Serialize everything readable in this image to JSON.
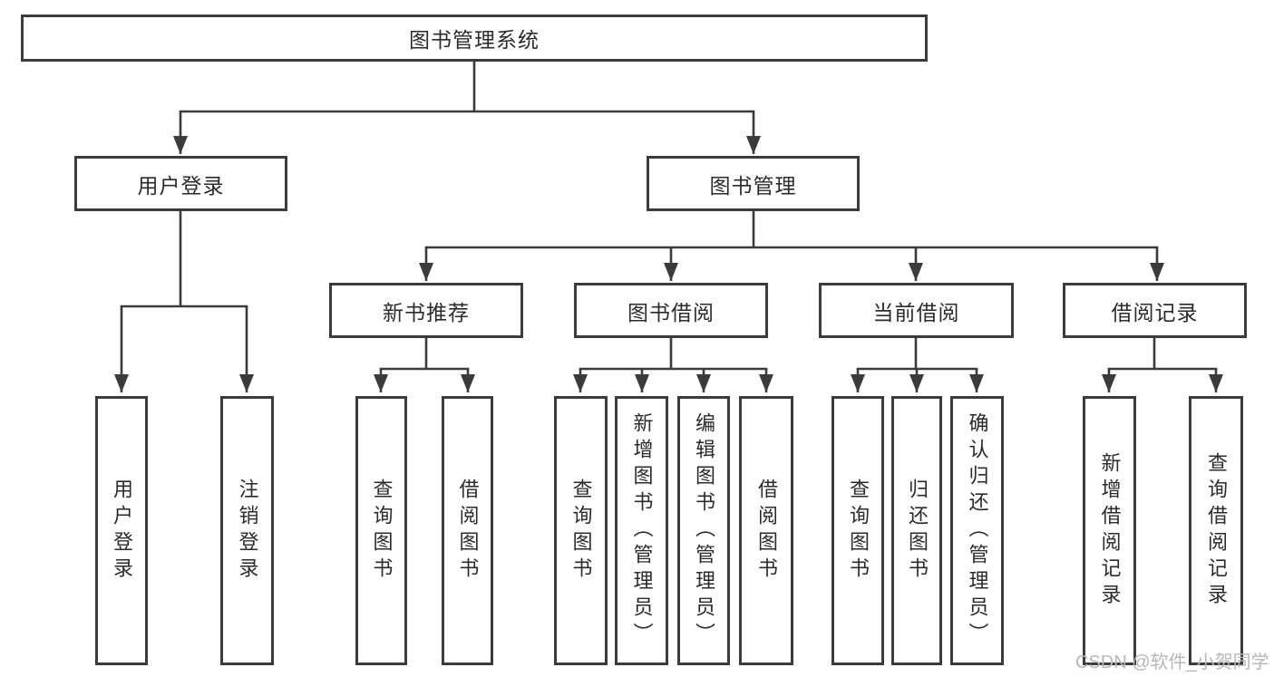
{
  "diagram": {
    "type": "tree",
    "title": "图书管理系统",
    "tree": {
      "label": "图书管理系统",
      "children": [
        {
          "label": "用户登录",
          "children": [
            {
              "label": "用户登录"
            },
            {
              "label": "注销登录"
            }
          ]
        },
        {
          "label": "图书管理",
          "children": [
            {
              "label": "新书推荐",
              "children": [
                {
                  "label": "查询图书"
                },
                {
                  "label": "借阅图书"
                }
              ]
            },
            {
              "label": "图书借阅",
              "children": [
                {
                  "label": "查询图书"
                },
                {
                  "label": "新增图书（管理员）"
                },
                {
                  "label": "编辑图书（管理员）"
                },
                {
                  "label": "借阅图书"
                }
              ]
            },
            {
              "label": "当前借阅",
              "children": [
                {
                  "label": "查询图书"
                },
                {
                  "label": "归还图书"
                },
                {
                  "label": "确认归还（管理员）"
                }
              ]
            },
            {
              "label": "借阅记录",
              "children": [
                {
                  "label": "新增借阅记录"
                },
                {
                  "label": "查询借阅记录"
                }
              ]
            }
          ]
        }
      ]
    },
    "colors": {
      "line": "#3b3b3b",
      "box_border": "#3b3b3b",
      "text": "#2b2b2b",
      "watermark": "#b7b7b7",
      "background": "#ffffff"
    }
  },
  "watermark": {
    "text": "CSDN @软件_小贺同学"
  }
}
